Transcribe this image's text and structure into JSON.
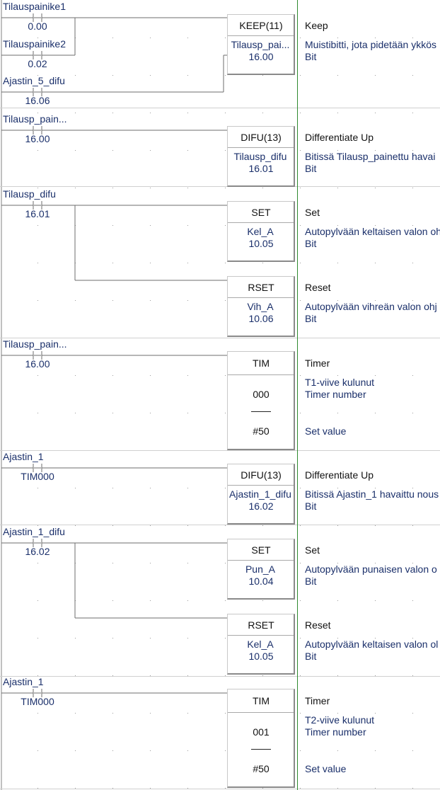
{
  "rungs": [
    {
      "contacts": [
        {
          "name": "Tilauspainike1",
          "addr": "0.00"
        },
        {
          "name": "Tilauspainike2",
          "addr": "0.02"
        },
        {
          "name": "Ajastin_5_difu",
          "addr": "16.06"
        }
      ],
      "instructions": [
        {
          "title": "KEEP(11)",
          "operand": "Tilausp_pai...",
          "addr": "16.00",
          "desc": "Keep",
          "comment": "Muistibitti, jota pidetään ykkös",
          "type": "Bit"
        }
      ]
    },
    {
      "contacts": [
        {
          "name": "Tilausp_pain...",
          "addr": "16.00"
        }
      ],
      "instructions": [
        {
          "title": "DIFU(13)",
          "operand": "Tilausp_difu",
          "addr": "16.01",
          "desc": "Differentiate Up",
          "comment": "Bitissä Tilausp_painettu havai",
          "type": "Bit"
        }
      ]
    },
    {
      "contacts": [
        {
          "name": "Tilausp_difu",
          "addr": "16.01"
        }
      ],
      "instructions": [
        {
          "title": "SET",
          "operand": "Kel_A",
          "addr": "10.05",
          "desc": "Set",
          "comment": "Autopylvään keltaisen valon oh",
          "type": "Bit"
        },
        {
          "title": "RSET",
          "operand": "Vih_A",
          "addr": "10.06",
          "desc": "Reset",
          "comment": "Autopylvään vihreän valon ohj",
          "type": "Bit"
        }
      ]
    },
    {
      "contacts": [
        {
          "name": "Tilausp_pain...",
          "addr": "16.00"
        }
      ],
      "timer": {
        "title": "TIM",
        "number": "000",
        "sep": "——",
        "setval": "#50",
        "desc": "Timer",
        "comment": "T1-viive kulunut",
        "num_label": "Timer number",
        "set_label": "Set value"
      }
    },
    {
      "contacts": [
        {
          "name": "Ajastin_1",
          "addr": "TIM000"
        }
      ],
      "instructions": [
        {
          "title": "DIFU(13)",
          "operand": "Ajastin_1_difu",
          "addr": "16.02",
          "desc": "Differentiate Up",
          "comment": "Bitissä Ajastin_1 havaittu nous",
          "type": "Bit"
        }
      ]
    },
    {
      "contacts": [
        {
          "name": "Ajastin_1_difu",
          "addr": "16.02"
        }
      ],
      "instructions": [
        {
          "title": "SET",
          "operand": "Pun_A",
          "addr": "10.04",
          "desc": "Set",
          "comment": "Autopylvään punaisen valon o",
          "type": "Bit"
        },
        {
          "title": "RSET",
          "operand": "Kel_A",
          "addr": "10.05",
          "desc": "Reset",
          "comment": "Autopylvään keltaisen valon ol",
          "type": "Bit"
        }
      ]
    },
    {
      "contacts": [
        {
          "name": "Ajastin_1",
          "addr": "TIM000"
        }
      ],
      "timer": {
        "title": "TIM",
        "number": "001",
        "sep": "——",
        "setval": "#50",
        "desc": "Timer",
        "comment": "T2-viive kulunut",
        "num_label": "Timer number",
        "set_label": "Set value"
      }
    }
  ]
}
